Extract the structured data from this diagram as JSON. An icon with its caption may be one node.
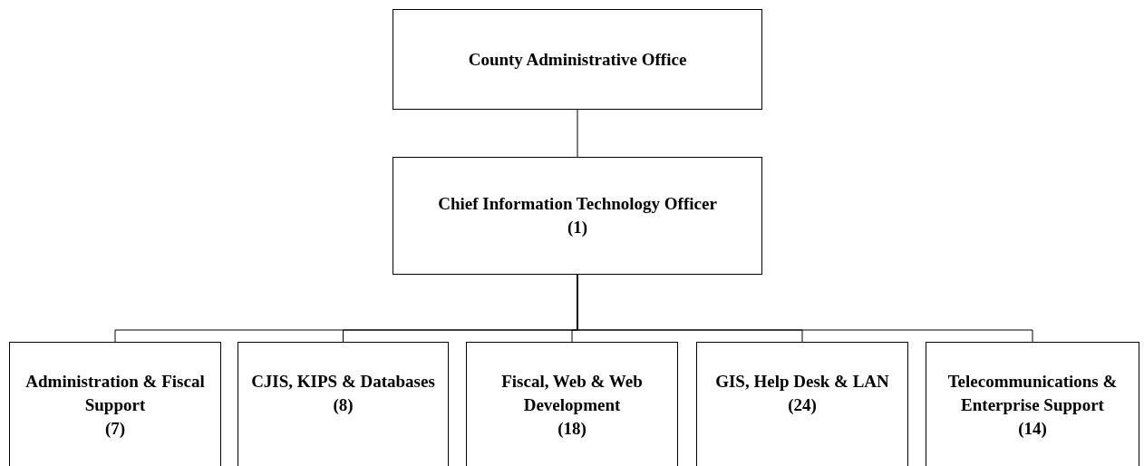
{
  "diagram": {
    "nodes": [
      {
        "text": [
          "County Administrative Office"
        ]
      },
      {
        "text": [
          "Chief Information Technology Officer",
          "(1)"
        ]
      },
      {
        "text": [
          "Administration & Fiscal Support",
          "(7)"
        ]
      },
      {
        "text": [
          "CJIS, KIPS & Databases",
          "(8)"
        ]
      },
      {
        "text": [
          "Fiscal, Web & Web Development",
          "(18)"
        ]
      },
      {
        "text": [
          "GIS, Help Desk & LAN",
          "(24)"
        ]
      },
      {
        "text": [
          "Telecommunications & Enterprise Support",
          "(14)"
        ]
      }
    ],
    "edges": [
      {
        "from": 0,
        "to": 1,
        "arrow": "none"
      },
      {
        "from": 1,
        "to": 2,
        "arrow": "none"
      },
      {
        "from": 1,
        "to": 3,
        "arrow": "none"
      },
      {
        "from": 1,
        "to": 4,
        "arrow": "none"
      },
      {
        "from": 1,
        "to": 5,
        "arrow": "none"
      },
      {
        "from": 1,
        "to": 6,
        "arrow": "none"
      }
    ]
  }
}
